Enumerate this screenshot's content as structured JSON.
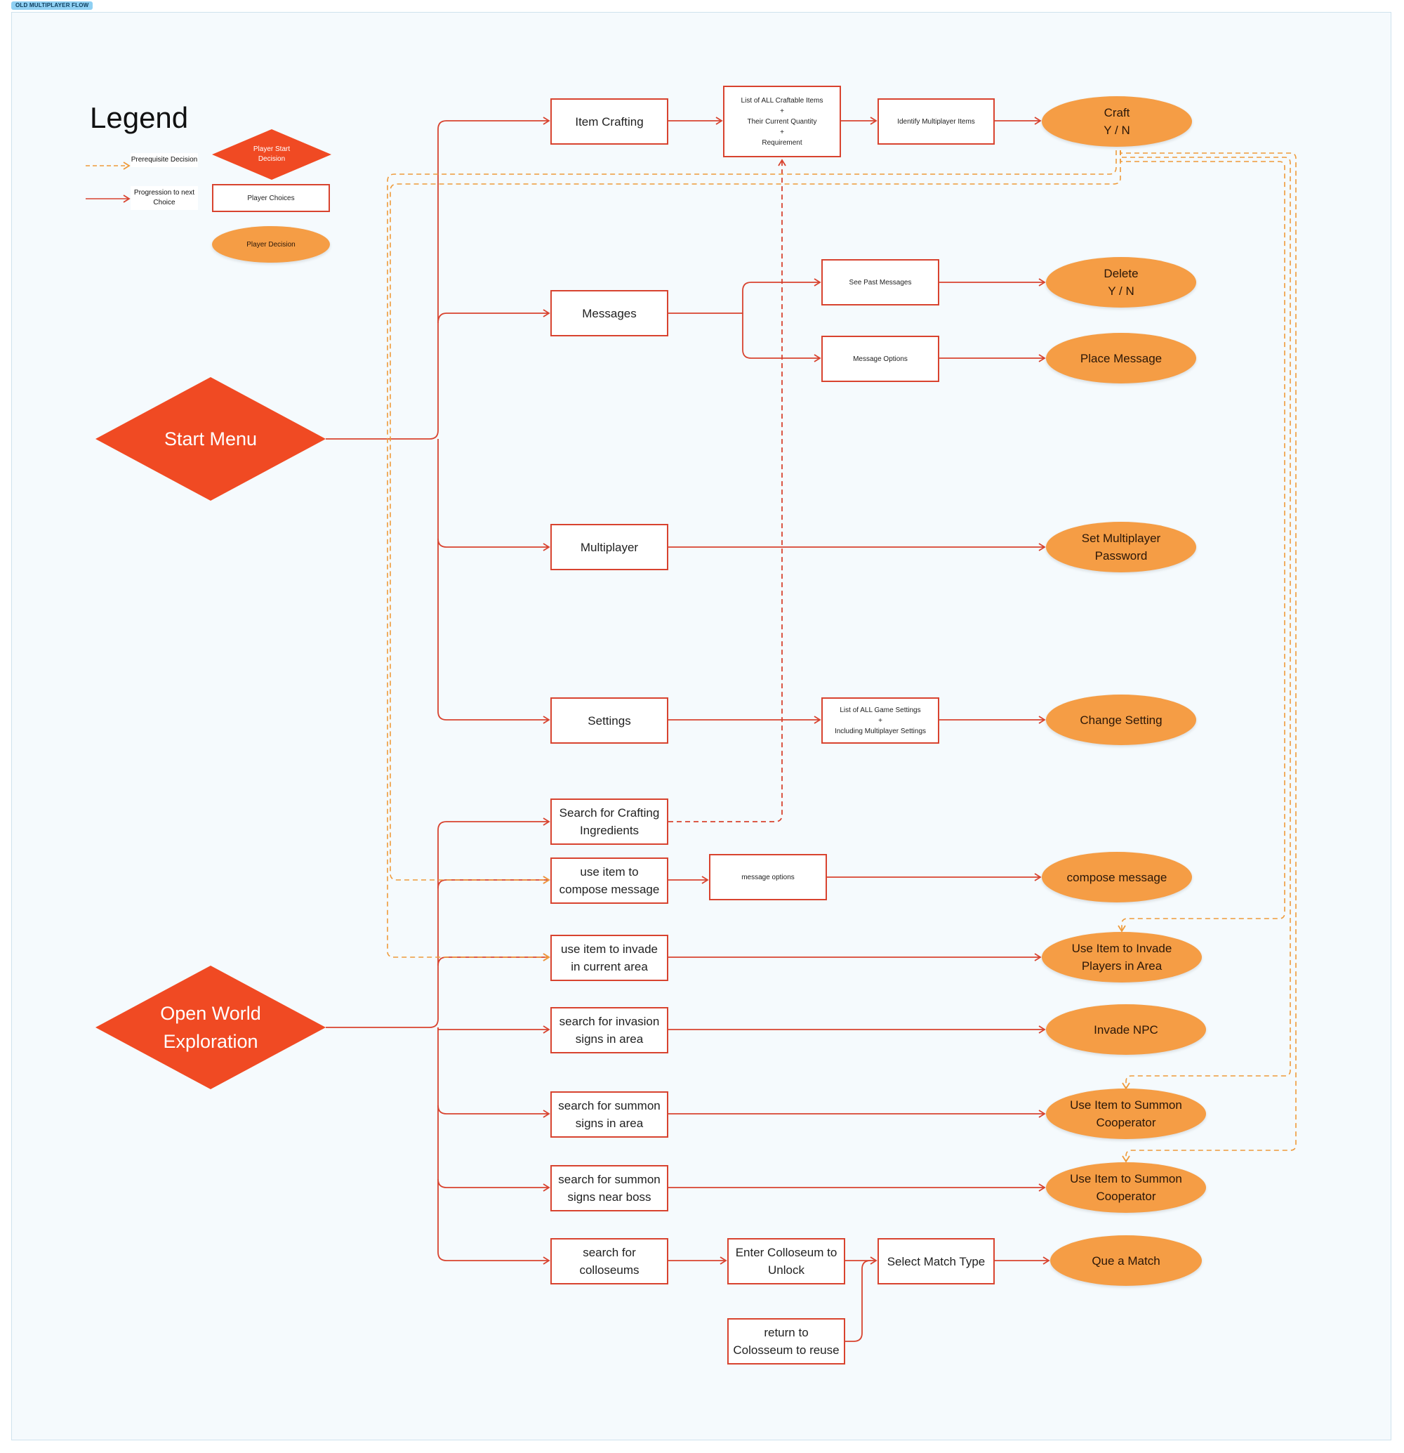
{
  "frame_label": "OLD MULTIPLAYER FLOW",
  "colors": {
    "choice_border": "#d8432f",
    "decision_fill": "#f59d45",
    "start_fill": "#f04a23",
    "solid_line": "#d8432f",
    "dashed_line": "#ef9a3a",
    "background": "#f5fafd"
  },
  "legend": {
    "title": "Legend",
    "prerequisite_label": "Prerequisite\nDecision",
    "progression_label": "Progression to next\nChoice",
    "start_decision_label": "Player Start\nDecision",
    "choices_label": "Player Choices",
    "decision_label": "Player Decision"
  },
  "start_nodes": {
    "start_menu": "Start Menu",
    "open_world": "Open World\nExploration"
  },
  "choices": {
    "item_crafting": "Item Crafting",
    "craftable_list": "List of ALL Craftable Items\n+\nTheir Current Quantity\n+\nRequirement",
    "identify_items": "Identify Multiplayer Items",
    "messages": "Messages",
    "see_past_messages": "See Past Messages",
    "message_options": "Message Options",
    "multiplayer": "Multiplayer",
    "settings": "Settings",
    "game_settings": "List of ALL Game Settings\n+\nIncluding Multiplayer Settings",
    "search_crafting": "Search for Crafting\nIngredients",
    "use_item_compose": "use item to\ncompose message",
    "message_options_lower": "message options",
    "use_item_invade": "use item to invade\nin current area",
    "search_invasion": "search for invasion\nsigns in area",
    "search_summon_area": "search for summon\nsigns in area",
    "search_summon_boss": "search for summon\nsigns near boss",
    "search_colloseums": "search for\ncolloseums",
    "enter_colloseum": "Enter Colloseum to\nUnlock",
    "return_colosseum": "return to\nColosseum to reuse",
    "select_match": "Select Match Type"
  },
  "decisions": {
    "craft": "Craft\nY / N",
    "delete": "Delete\nY / N",
    "place_message": "Place Message",
    "set_password": "Set Multiplayer\nPassword",
    "change_setting": "Change Setting",
    "compose_message": "compose message",
    "invade_players": "Use Item to Invade\nPlayers in Area",
    "invade_npc": "Invade NPC",
    "summon_area": "Use Item to Summon\nCooperator",
    "summon_boss": "Use Item to Summon\nCooperator",
    "que_match": "Que a Match"
  }
}
